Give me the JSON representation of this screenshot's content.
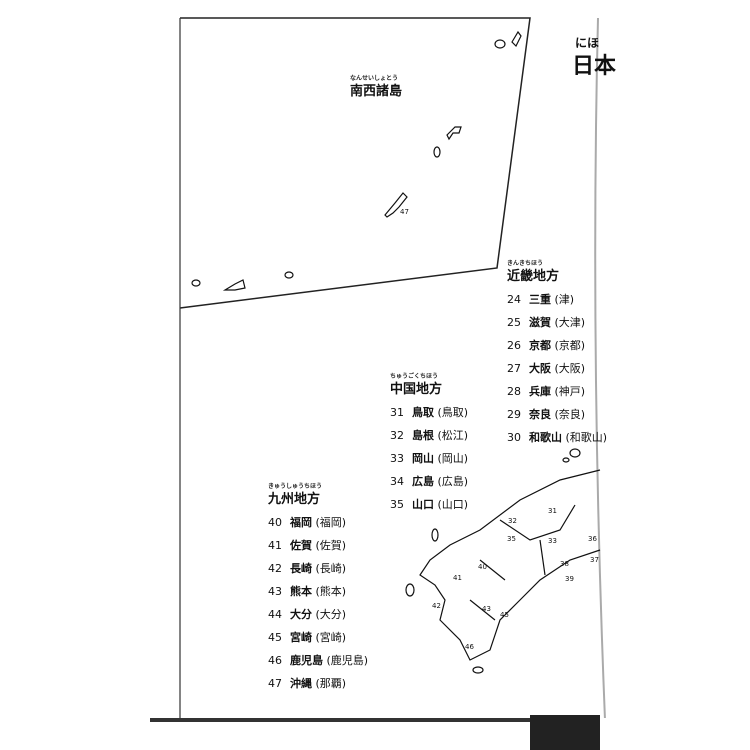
{
  "title": {
    "furigana": "にほ",
    "text": "日本"
  },
  "inset": {
    "label": "南西諸島",
    "furigana": "なんせいしょとう",
    "marker": "47"
  },
  "regions": [
    {
      "name": "近畿地方",
      "furigana": "きんきちほう",
      "items": [
        {
          "num": "24",
          "pref": "三重",
          "capital": "(津)"
        },
        {
          "num": "25",
          "pref": "滋賀",
          "capital": "(大津)"
        },
        {
          "num": "26",
          "pref": "京都",
          "capital": "(京都)"
        },
        {
          "num": "27",
          "pref": "大阪",
          "capital": "(大阪)"
        },
        {
          "num": "28",
          "pref": "兵庫",
          "capital": "(神戸)"
        },
        {
          "num": "29",
          "pref": "奈良",
          "capital": "(奈良)"
        },
        {
          "num": "30",
          "pref": "和歌山",
          "capital": "(和歌山)"
        }
      ]
    },
    {
      "name": "中国地方",
      "furigana": "ちゅうごくちほう",
      "items": [
        {
          "num": "31",
          "pref": "鳥取",
          "capital": "(鳥取)"
        },
        {
          "num": "32",
          "pref": "島根",
          "capital": "(松江)"
        },
        {
          "num": "33",
          "pref": "岡山",
          "capital": "(岡山)"
        },
        {
          "num": "34",
          "pref": "広島",
          "capital": "(広島)"
        },
        {
          "num": "35",
          "pref": "山口",
          "capital": "(山口)"
        }
      ]
    },
    {
      "name": "九州地方",
      "furigana": "きゅうしゅうちほう",
      "items": [
        {
          "num": "40",
          "pref": "福岡",
          "capital": "(福岡)"
        },
        {
          "num": "41",
          "pref": "佐賀",
          "capital": "(佐賀)"
        },
        {
          "num": "42",
          "pref": "長崎",
          "capital": "(長崎)"
        },
        {
          "num": "43",
          "pref": "熊本",
          "capital": "(熊本)"
        },
        {
          "num": "44",
          "pref": "大分",
          "capital": "(大分)"
        },
        {
          "num": "45",
          "pref": "宮崎",
          "capital": "(宮崎)"
        },
        {
          "num": "46",
          "pref": "鹿児島",
          "capital": "(鹿児島)"
        },
        {
          "num": "47",
          "pref": "沖縄",
          "capital": "(那覇)"
        }
      ]
    }
  ],
  "map_numbers": [
    "31",
    "32",
    "33",
    "35",
    "36",
    "37",
    "38",
    "39",
    "40",
    "41",
    "42",
    "43",
    "45",
    "46"
  ]
}
